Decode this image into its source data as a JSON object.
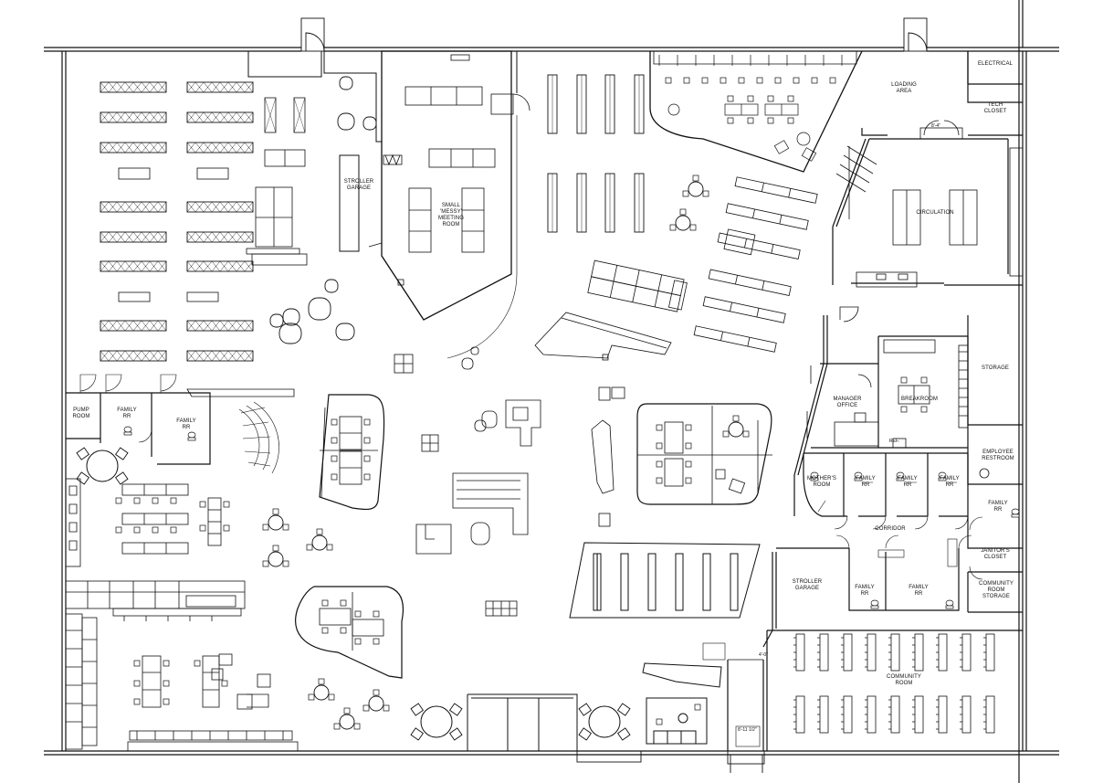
{
  "plan": {
    "rooms": {
      "electrical": "ELECTRICAL",
      "loading_area": "LOADING\nAREA",
      "tech_closet": "TECH\nCLOSET",
      "circulation": "CIRCULATION",
      "stroller_garage_top": "STROLLER\nGARAGE",
      "small_messy_meeting_room": "SMALL\n'MESSY'\nMEETING\nROOM",
      "storage": "STORAGE",
      "manager_office": "MANAGER\nOFFICE",
      "breakroom": "BREAKROOM",
      "employee_restroom": "EMPLOYEE\nRESTROOM",
      "mothers_room": "MOTHER'S\nROOM",
      "family_rr_1": "FAMILY\nRR",
      "family_rr_2": "FAMILY\nRR",
      "family_rr_3": "FAMILY\nRR",
      "family_rr_4": "FAMILY\nRR",
      "family_rr_5": "FAMILY\nRR",
      "family_rr_6": "FAMILY\nRR",
      "family_rr_west_1": "FAMILY\nRR",
      "family_rr_west_2": "FAMILY\nRR",
      "pump_room": "PUMP\nROOM",
      "corridor": "CORRIDOR",
      "janitors_closet": "JANITOR'S\nCLOSET",
      "community_room_storage": "COMMUNITY\nROOM\nSTORAGE",
      "stroller_garage_bottom": "STROLLER\nGARAGE",
      "community_room": "COMMUNITY\nROOM"
    },
    "dimensions": {
      "d1": "8'-4\"",
      "d2": "4'-0\"",
      "d3": "8'-11 1/2\""
    },
    "tags": {
      "ref": "REF."
    },
    "icons": {
      "door_swing": "door-swing-icon",
      "chair": "chair-icon",
      "toilet": "toilet-icon"
    },
    "colors": {
      "line": "#111111",
      "paper": "#ffffff"
    }
  }
}
